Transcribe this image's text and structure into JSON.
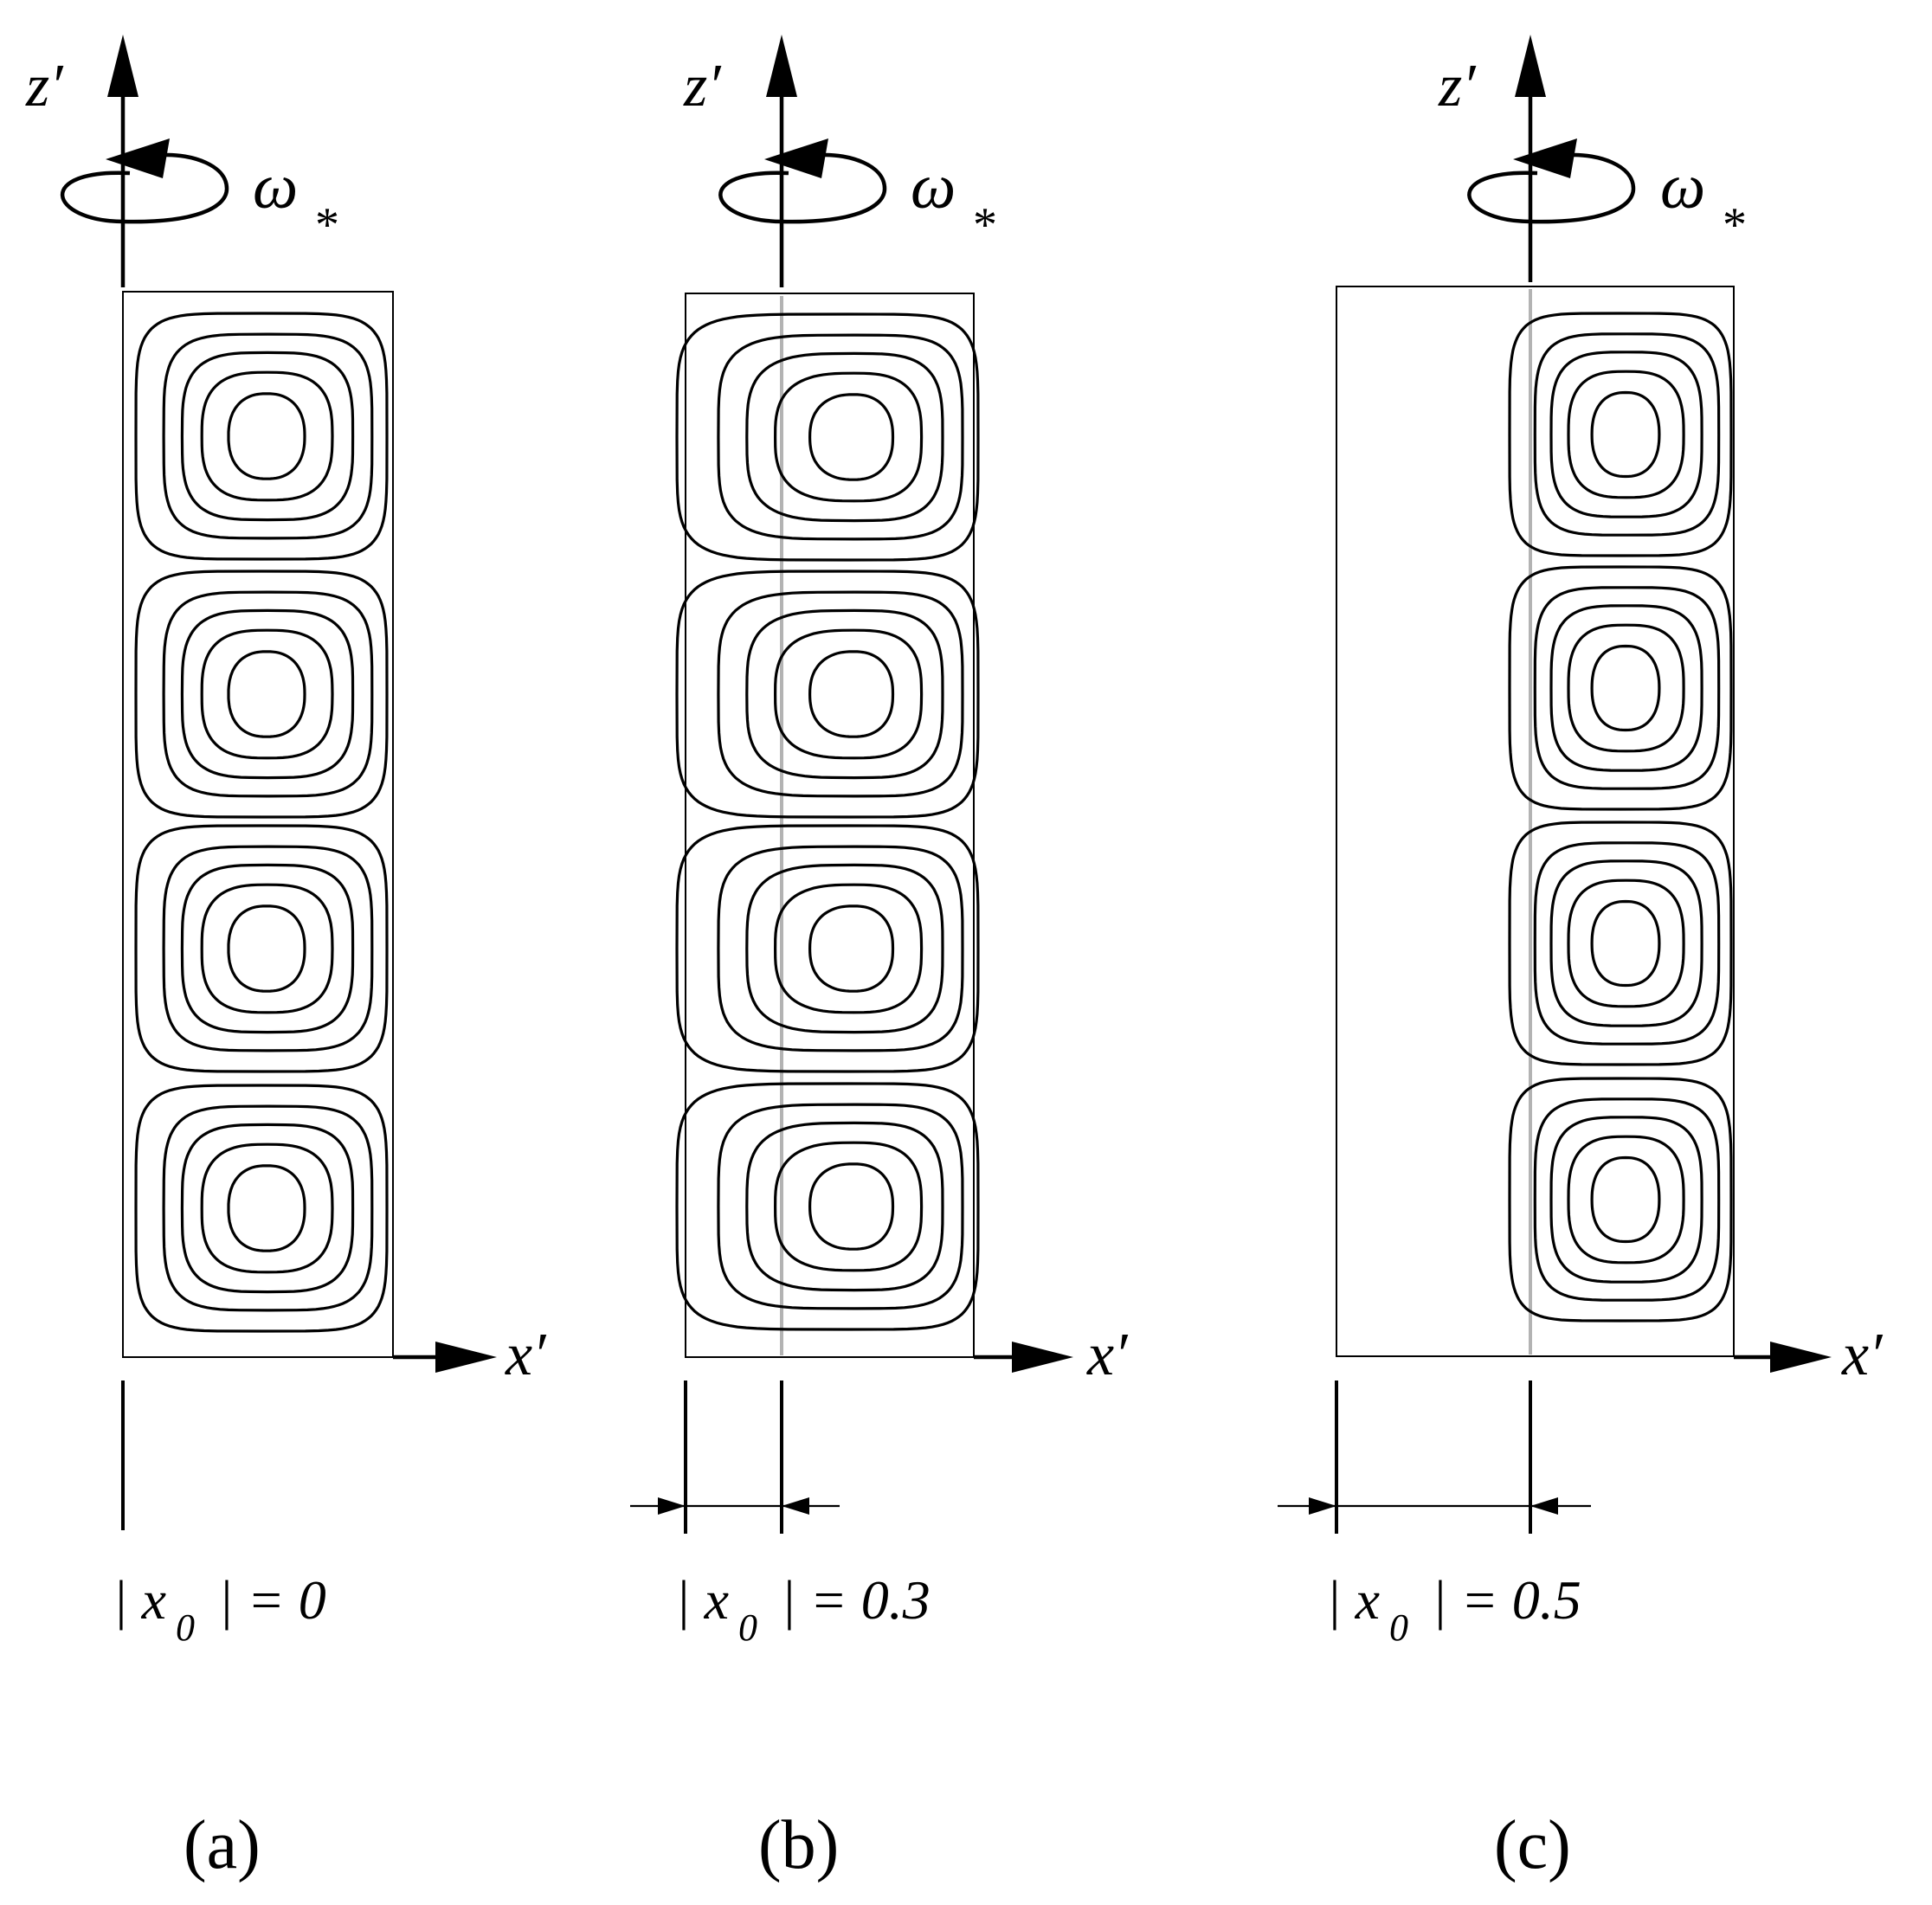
{
  "panels": [
    {
      "id": "a",
      "label": "(a)",
      "z_axis": "z′",
      "x_axis": "x′",
      "omega": "ω",
      "omega_sub": "*",
      "x0_label": "| x",
      "x0_sub": "0",
      "x0_value": "| = 0",
      "x0": 0
    },
    {
      "id": "b",
      "label": "(b)",
      "z_axis": "z′",
      "x_axis": "x′",
      "omega": "ω",
      "omega_sub": "*",
      "x0_label": "| x",
      "x0_sub": "0",
      "x0_value": "| = 0.3",
      "x0": 0.3
    },
    {
      "id": "c",
      "label": "(c)",
      "z_axis": "z′",
      "x_axis": "x′",
      "omega": "ω",
      "omega_sub": "*",
      "x0_label": "| x",
      "x0_sub": "0",
      "x0_value": "| = 0.5",
      "x0": 0.5
    }
  ],
  "colors": {
    "ink": "#000000",
    "rotation_axis": "#b3b3b3",
    "background": "#ffffff"
  }
}
